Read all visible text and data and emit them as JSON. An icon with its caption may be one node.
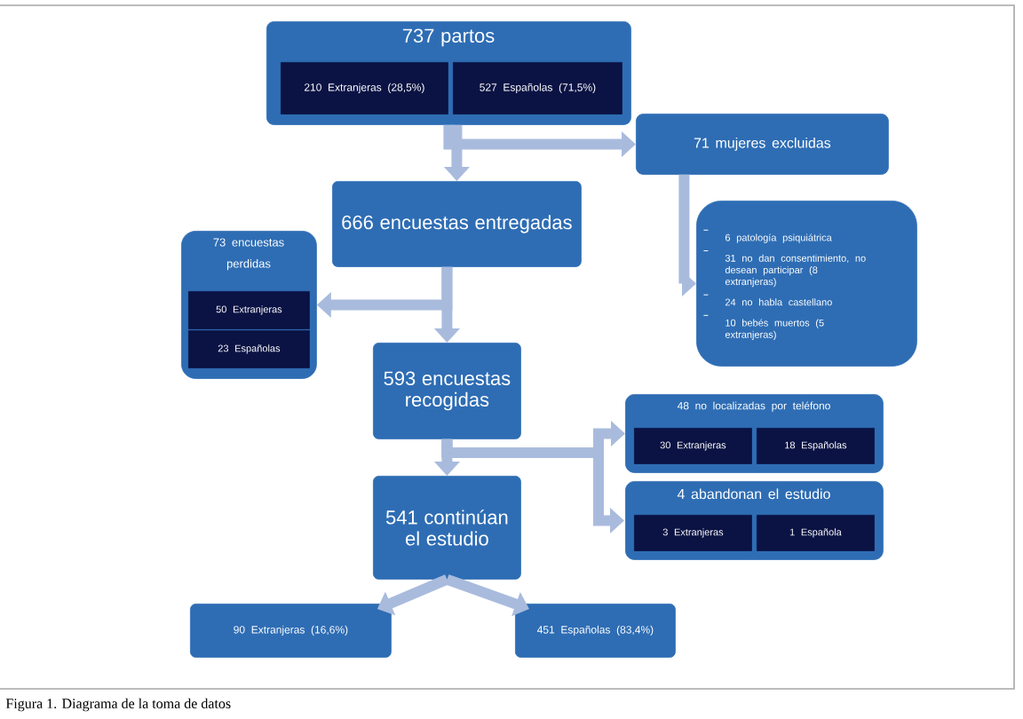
{
  "diagram": {
    "caption": "Figura 1. Diagrama de la toma de datos",
    "nodes": [
      {
        "text": [
          "737 partos"
        ]
      },
      {
        "text": [
          "210 Extranjeras (28,5%)"
        ],
        "in": 0
      },
      {
        "text": [
          "527 Españolas (71,5%)"
        ],
        "in": 0
      },
      {
        "text": [
          "71 mujeres excluidas"
        ]
      },
      {
        "text": [
          "666 encuestas entregadas"
        ]
      },
      {
        "text": [
          "6 patología psiquiátrica",
          "31 no dan consentimiento, no desean participar (8 extranjeras)",
          "24 no habla castellano",
          "10 bebés muertos (5 extranjeras)"
        ]
      },
      {
        "text": [
          "73 encuestas perdidas"
        ]
      },
      {
        "text": [
          "50 Extranjeras"
        ],
        "in": 6
      },
      {
        "text": [
          "23 Españolas"
        ],
        "in": 6
      },
      {
        "text": [
          "593 encuestas recogidas"
        ]
      },
      {
        "text": [
          "48 no localizadas por teléfono"
        ]
      },
      {
        "text": [
          "30 Extranjeras"
        ],
        "in": 10
      },
      {
        "text": [
          "18 Españolas"
        ],
        "in": 10
      },
      {
        "text": [
          "4 abandonan el estudio"
        ]
      },
      {
        "text": [
          "3 Extranjeras"
        ],
        "in": 13
      },
      {
        "text": [
          "1 Española"
        ],
        "in": 13
      },
      {
        "text": [
          "541 continúan el estudio"
        ]
      },
      {
        "text": [
          "90 Extranjeras (16,6%)"
        ]
      },
      {
        "text": [
          "451 Españolas (83,4%)"
        ]
      }
    ],
    "edges": [
      {
        "from": 0,
        "to": 4,
        "arrow": "to"
      },
      {
        "from": 0,
        "to": 3,
        "arrow": "to"
      },
      {
        "from": 3,
        "to": 5,
        "arrow": "to"
      },
      {
        "from": 4,
        "to": 9,
        "arrow": "to"
      },
      {
        "from": 4,
        "to": 6,
        "arrow": "to"
      },
      {
        "from": 9,
        "to": 16,
        "arrow": "to"
      },
      {
        "from": 9,
        "to": 10,
        "arrow": "to"
      },
      {
        "from": 9,
        "to": 13,
        "arrow": "to"
      },
      {
        "from": 16,
        "to": 17,
        "arrow": "to"
      },
      {
        "from": 16,
        "to": 18,
        "arrow": "to"
      }
    ]
  }
}
